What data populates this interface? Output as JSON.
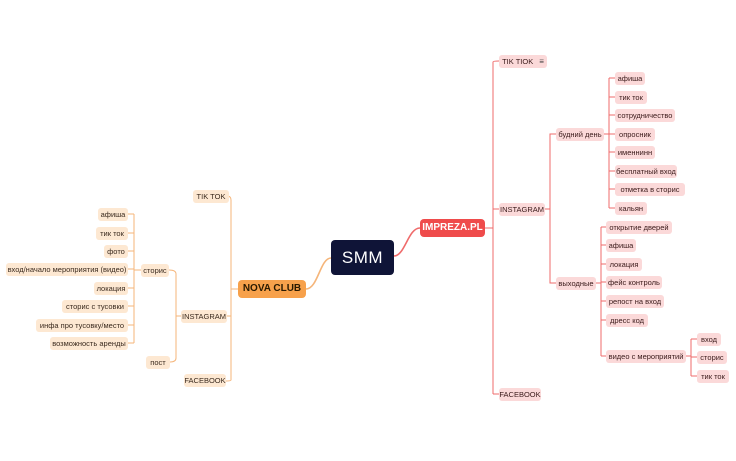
{
  "mindmap": {
    "central": "SMM",
    "left": {
      "label": "NOVA CLUB",
      "tiktok": "TIK TOK",
      "instagram": "INSTAGRAM",
      "stories": "сторис",
      "story_items": [
        "афиша",
        "тик ток",
        "фото",
        "вход/начало мероприятия (видео)",
        "локация",
        "сторис с тусовки",
        "инфа про тусовку/место",
        "возможность аренды"
      ],
      "post": "пост",
      "facebook": "FACEBOOK"
    },
    "right": {
      "label": "IMPREZA.PL",
      "tiktok": "TIK TIOK",
      "tiktok_icon": "notes-list-icon",
      "instagram": "INSTAGRAM",
      "weekday": "будний день",
      "weekday_items": [
        "афиша",
        "тик ток",
        "сотрудничество",
        "опросник",
        "именнинн",
        "бесплатный вход",
        "отметка в сторис",
        "кальян"
      ],
      "weekend": "выходные",
      "weekend_items": [
        "открытие дверей",
        "афиша",
        "локация",
        "фейс контроль",
        "репост на вход",
        "дресс код",
        "видео с мероприятий"
      ],
      "video_items": [
        "вход",
        "сторис",
        "тик ток"
      ],
      "facebook": "FACEBOOK"
    },
    "colors": {
      "left_branch": "#f5b57a",
      "right_branch": "#ef6b6b",
      "central_bg": "#0f1437"
    }
  }
}
